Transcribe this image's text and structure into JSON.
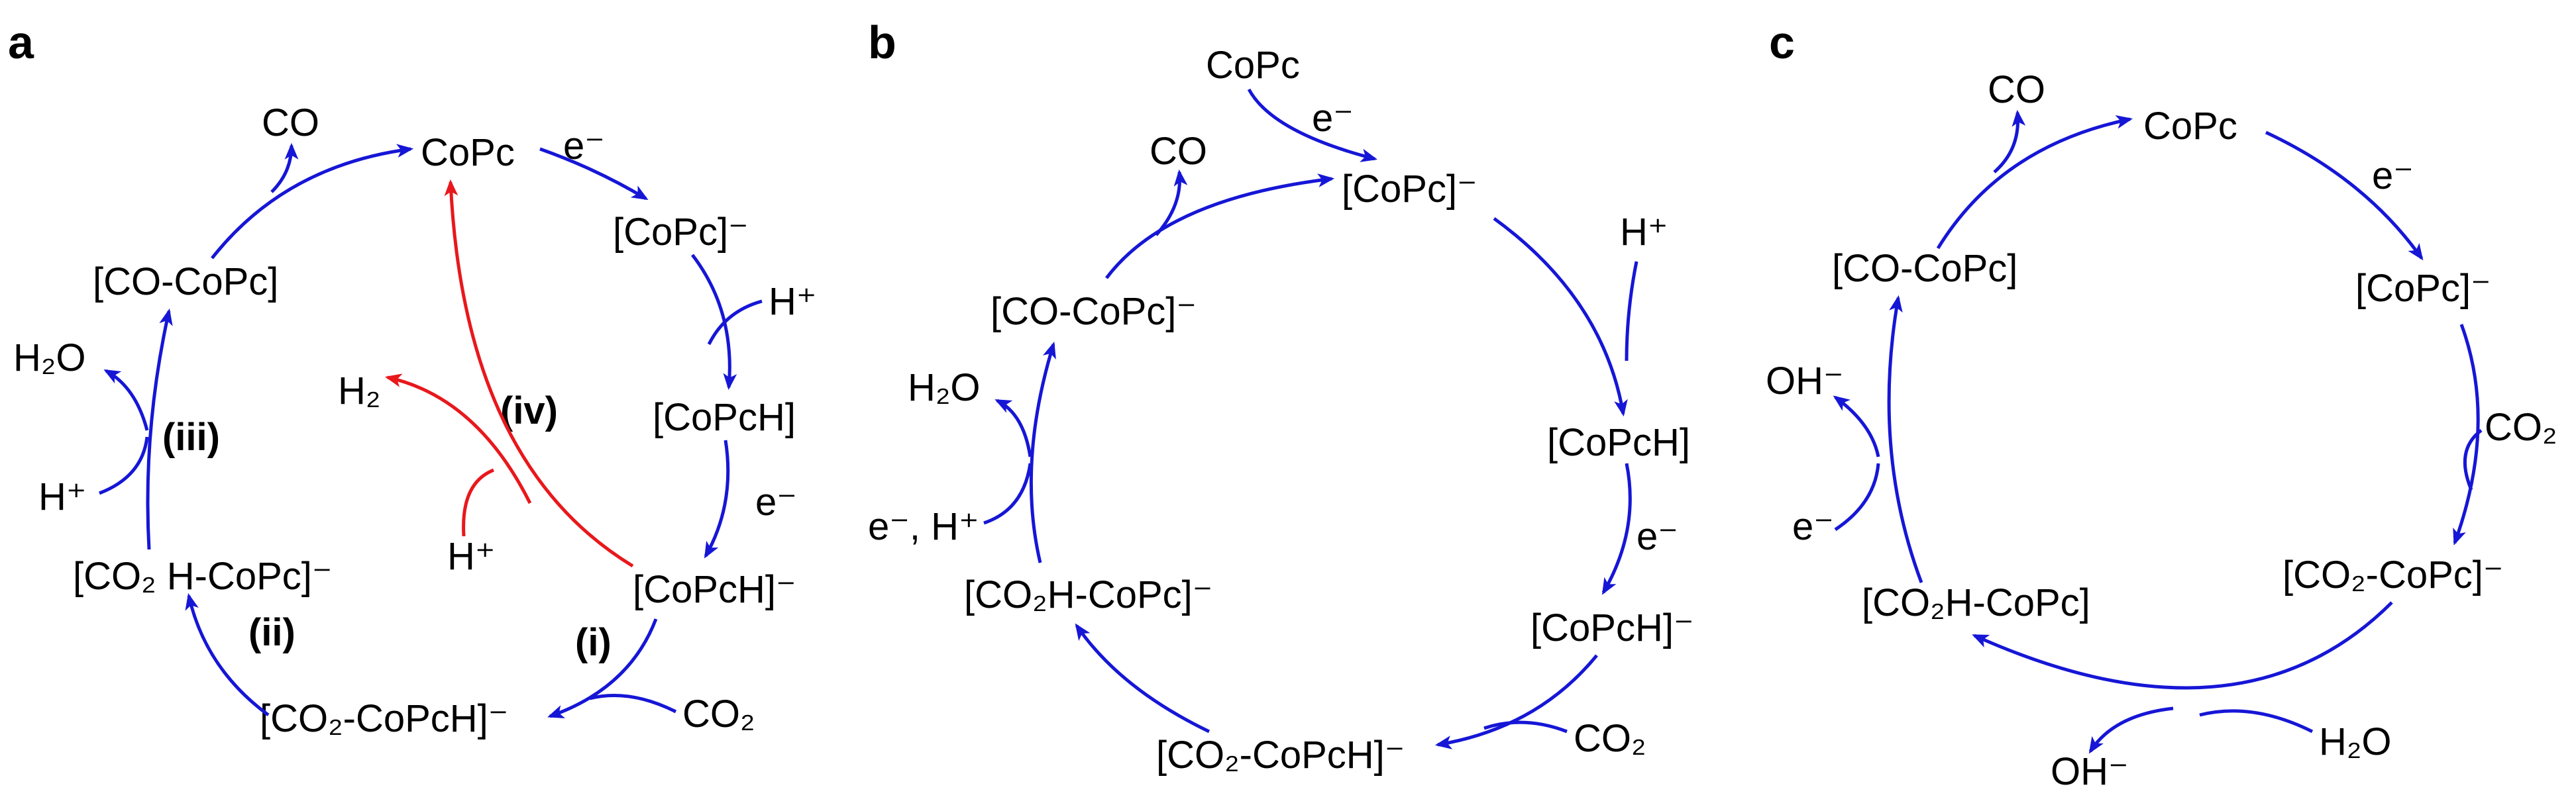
{
  "colors": {
    "cycle": "#1616d6",
    "side_reaction": "#e8181c",
    "text": "#000000"
  },
  "panels": {
    "a": {
      "letter": "a",
      "species": {
        "copc": "CoPc",
        "copc_anion": "[CoPc]⁻",
        "copch": "[CoPcH]",
        "copch_anion": "[CoPcH]⁻",
        "co2_copch": "[CO₂-CoPcH]⁻",
        "co2h_copc": "[CO₂ H-CoPc]⁻",
        "co_copc": "[CO-CoPc]",
        "h2": "H₂"
      },
      "reagents": {
        "e1": "e⁻",
        "hplus1": "H⁺",
        "e2": "e⁻",
        "co2": "CO₂",
        "hplus_iii": "H⁺",
        "h2o": "H₂O",
        "co": "CO",
        "hplus_iv": "H⁺"
      },
      "steps": {
        "i": "(i)",
        "ii": "(ii)",
        "iii": "(iii)",
        "iv": "(iv)"
      }
    },
    "b": {
      "letter": "b",
      "species": {
        "copc": "CoPc",
        "copc_anion": "[CoPc]⁻",
        "copch": "[CoPcH]",
        "copch_anion": "[CoPcH]⁻",
        "co2_copch": "[CO₂-CoPcH]⁻",
        "co2h_copc": "[CO₂H-CoPc]⁻",
        "co_copc": "[CO-CoPc]⁻"
      },
      "reagents": {
        "e_in": "e⁻",
        "co": "CO",
        "hplus": "H⁺",
        "e2": "e⁻",
        "co2": "CO₂",
        "e_h": "e⁻, H⁺",
        "h2o": "H₂O"
      }
    },
    "c": {
      "letter": "c",
      "species": {
        "copc": "CoPc",
        "copc_anion": "[CoPc]⁻",
        "co2_copc": "[CO₂-CoPc]⁻",
        "co2h_copc": "[CO₂H-CoPc]",
        "co_copc": "[CO-CoPc]"
      },
      "reagents": {
        "co": "CO",
        "e1": "e⁻",
        "co2": "CO₂",
        "h2o": "H₂O",
        "oh_bottom": "OH⁻",
        "oh_left": "OH⁻",
        "e_left": "e⁻"
      }
    }
  }
}
